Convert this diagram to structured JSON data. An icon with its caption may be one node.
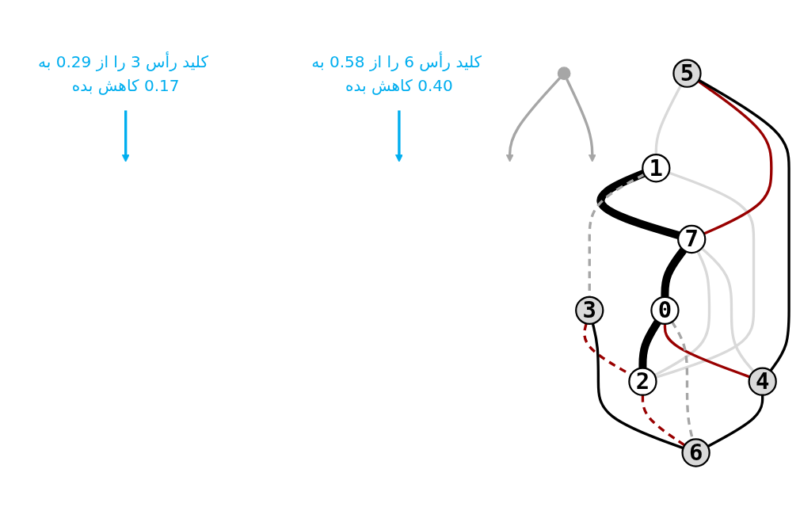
{
  "diagram": {
    "nodes": [
      {
        "text": [
          "0"
        ]
      },
      {
        "text": [
          "1"
        ]
      },
      {
        "text": [
          "2"
        ]
      },
      {
        "text": [
          "3"
        ]
      },
      {
        "text": [
          "4"
        ]
      },
      {
        "text": [
          "5"
        ]
      },
      {
        "text": [
          "6"
        ]
      },
      {
        "text": [
          "7"
        ]
      },
      {
        "text": [
          "کلید رأس 3 را از 0.29 به 0.17 کاهش بده"
        ]
      },
      {
        "text": [
          "کلید رأس 6 را از 0.58 به 0.40 کاهش بده"
        ]
      },
      {
        "text": [],
        "shape": "point"
      }
    ],
    "edges": [
      {
        "from": 1,
        "to": 7,
        "arrow": "none",
        "style": "thick"
      },
      {
        "from": 7,
        "to": 0,
        "arrow": "none",
        "style": "thick"
      },
      {
        "from": 0,
        "to": 2,
        "arrow": "none",
        "style": "thick"
      },
      {
        "from": 5,
        "to": 1,
        "arrow": "none",
        "color": "#d9d9d9"
      },
      {
        "from": 1,
        "to": 3,
        "arrow": "none",
        "style": "dashed",
        "color": "#a6a6a6"
      },
      {
        "from": 1,
        "to": 2,
        "arrow": "none",
        "color": "#d9d9d9"
      },
      {
        "from": 5,
        "to": 7,
        "arrow": "none",
        "color": "#990000"
      },
      {
        "from": 7,
        "to": 2,
        "arrow": "none",
        "color": "#d9d9d9"
      },
      {
        "from": 7,
        "to": 4,
        "arrow": "none",
        "color": "#d9d9d9"
      },
      {
        "from": 3,
        "to": 2,
        "arrow": "none",
        "style": "dashed",
        "color": "#990000"
      },
      {
        "from": 3,
        "to": 6,
        "arrow": "none"
      },
      {
        "from": 2,
        "to": 6,
        "arrow": "none",
        "style": "dashed",
        "color": "#990000"
      },
      {
        "from": 0,
        "to": 4,
        "arrow": "none",
        "color": "#990000"
      },
      {
        "from": 0,
        "to": 6,
        "arrow": "none",
        "style": "dashed",
        "color": "#a6a6a6"
      },
      {
        "from": 5,
        "to": 4,
        "arrow": "none"
      },
      {
        "from": 4,
        "to": 6,
        "arrow": "none"
      },
      {
        "from": 8,
        "to": null,
        "arrow": "to",
        "color": "#00aeef"
      },
      {
        "from": 9,
        "to": null,
        "arrow": "to",
        "color": "#00aeef"
      },
      {
        "from": 10,
        "to": null,
        "arrow": "to",
        "color": "#a6a6a6"
      },
      {
        "from": 10,
        "to": null,
        "arrow": "to",
        "color": "#a6a6a6"
      }
    ]
  }
}
